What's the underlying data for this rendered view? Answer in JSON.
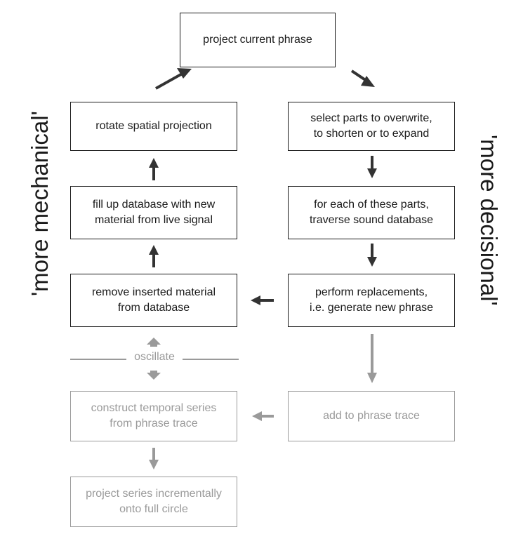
{
  "boxes": {
    "project_phrase": "project current phrase",
    "rotate_projection": "rotate spatial projection",
    "fill_database": "fill up database with new\nmaterial from live signal",
    "remove_material": "remove inserted material\nfrom database",
    "select_parts": "select parts to overwrite,\nto shorten or to expand",
    "traverse_database": "for each of these parts,\ntraverse sound database",
    "perform_replacements": "perform replacements,\ni.e. generate new phrase",
    "add_trace": "add to phrase trace",
    "construct_series": "construct temporal series\nfrom phrase trace",
    "project_series": "project series incrementally\nonto full circle"
  },
  "oscillate_label": "oscillate",
  "side_labels": {
    "left": "'more mechanical'",
    "right": "'more decisional'"
  },
  "colors": {
    "dark": "#1a1a1a",
    "arrow_dark": "#333333",
    "faded": "#9a9a9a"
  }
}
